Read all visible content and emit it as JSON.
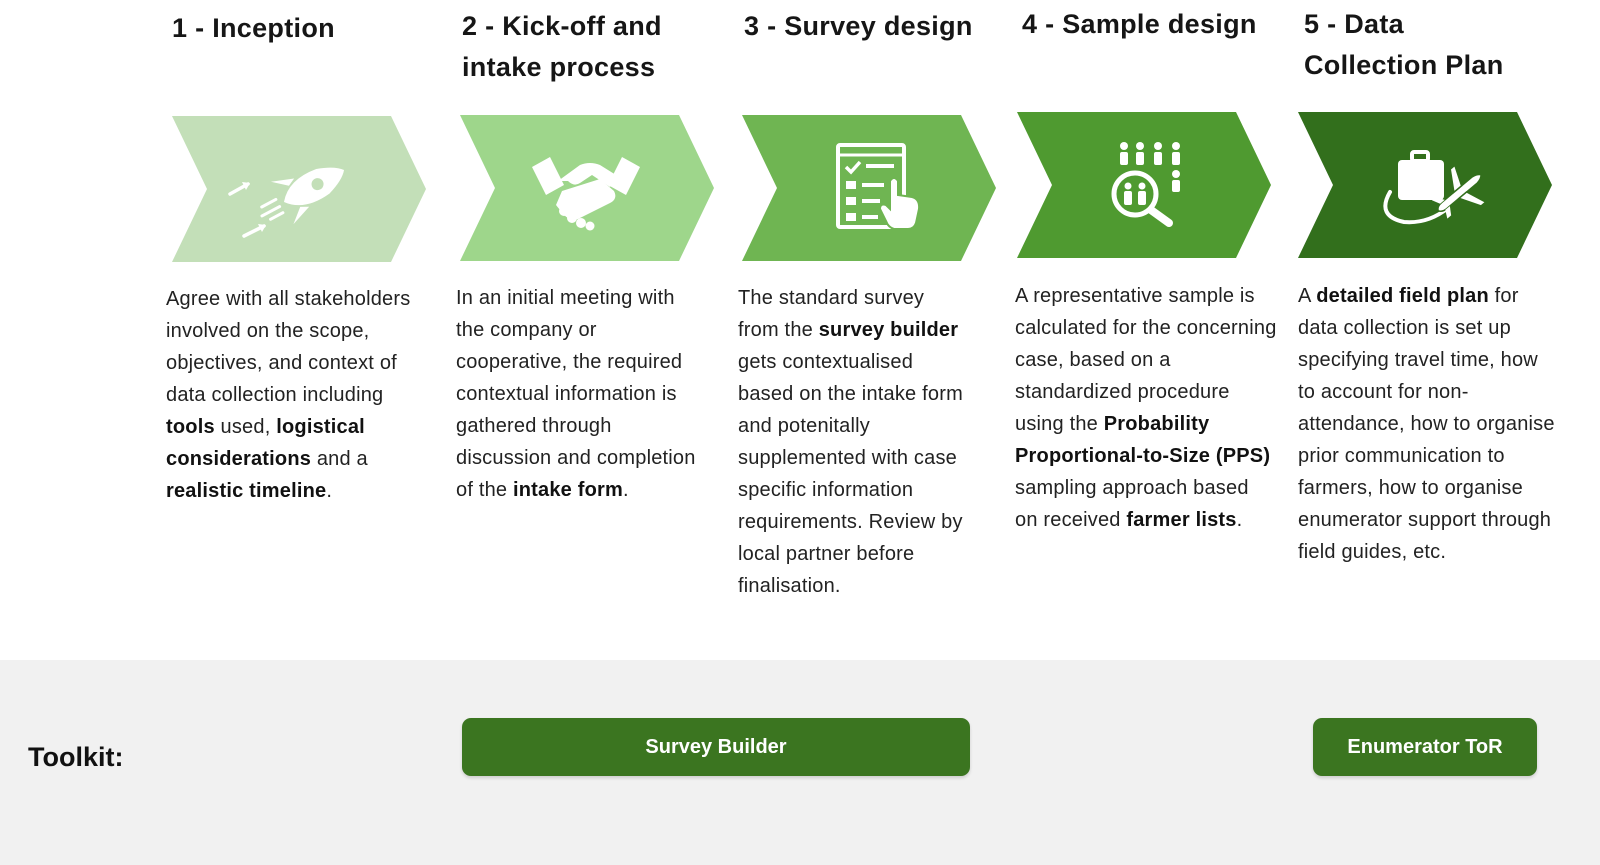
{
  "steps": [
    {
      "title": "1 - Inception",
      "color": "#c3dfb8",
      "icon": "rocket-icon",
      "text": [
        {
          "t": "Agree with all stakeholders involved on the scope, objectives, and context of data collection including "
        },
        {
          "t": "tools",
          "b": true
        },
        {
          "t": " used, "
        },
        {
          "t": "logistical considerations",
          "b": true
        },
        {
          "t": " and a "
        },
        {
          "t": "realistic timeline",
          "b": true
        },
        {
          "t": "."
        }
      ]
    },
    {
      "title": "2 - Kick-off and intake process",
      "color": "#9ed68b",
      "icon": "handshake-icon",
      "text": [
        {
          "t": "In an initial meeting with the company or cooperative, the required contextual information is gathered through discussion and completion of the "
        },
        {
          "t": "intake form",
          "b": true
        },
        {
          "t": "."
        }
      ]
    },
    {
      "title": "3 - Survey design",
      "color": "#6fb552",
      "icon": "survey-checklist-icon",
      "text": [
        {
          "t": "The standard survey from the "
        },
        {
          "t": "survey builder",
          "b": true
        },
        {
          "t": " gets contextualised based on the intake form and potenitally supplemented with case specific information requirements. Review by local partner before finalisation."
        }
      ]
    },
    {
      "title": "4 - Sample design",
      "color": "#4f9a30",
      "icon": "sample-search-icon",
      "text": [
        {
          "t": "A representative sample is calculated for the concerning case, based on a standardized procedure using the "
        },
        {
          "t": "Probability Proportional-to-Size (PPS)",
          "b": true
        },
        {
          "t": " sampling approach based on received "
        },
        {
          "t": "farmer lists",
          "b": true
        },
        {
          "t": "."
        }
      ]
    },
    {
      "title": "5 - Data Collection Plan",
      "color": "#326f1c",
      "icon": "travel-suitcase-icon",
      "text": [
        {
          "t": "A "
        },
        {
          "t": "detailed field plan",
          "b": true
        },
        {
          "t": " for data collection is set up specifying travel time, how to account for non-attendance, how to organise prior communication to farmers, how to organise enumerator support through field guides, etc."
        }
      ]
    }
  ],
  "toolkit": {
    "label": "Toolkit:",
    "buttons": [
      {
        "label": "Survey Builder",
        "color": "#3b7520"
      },
      {
        "label": "Enumerator ToR",
        "color": "#3b7520"
      }
    ]
  }
}
